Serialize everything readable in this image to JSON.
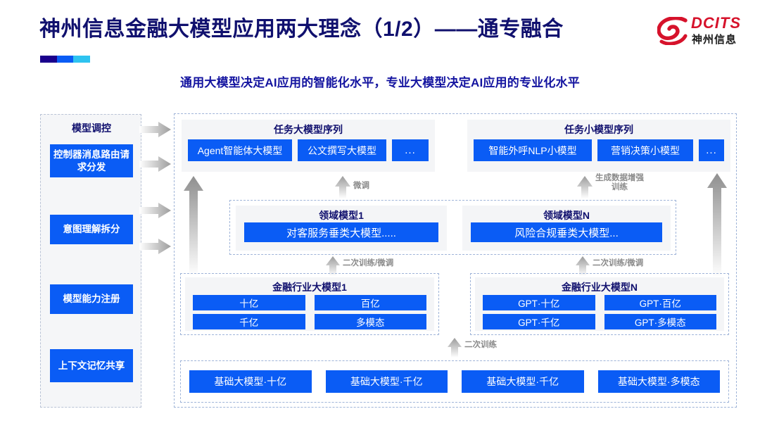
{
  "header": {
    "title": "神州信息金融大模型应用两大理念（1/2）——通专融合",
    "subtitle": "通用大模型决定AI应用的智能化水平，专业大模型决定AI应用的专业化水平",
    "brand_name": "DCITS",
    "brand_sub": "神州信息",
    "accent_colors": [
      "#1a008c",
      "#0a5cf5",
      "#2ec3f0"
    ],
    "title_color": "#10106e",
    "brand_color": "#d6122b"
  },
  "sidebar": {
    "title": "模型调控",
    "items": [
      {
        "label": "控制器消息路由请求分发"
      },
      {
        "label": "意图理解拆分"
      },
      {
        "label": "模型能力注册"
      },
      {
        "label": "上下文记忆共享"
      }
    ]
  },
  "task_layer": {
    "left": {
      "title": "任务大模型序列",
      "chips": [
        "Agent智能体大模型",
        "公文撰写大模型",
        "..."
      ]
    },
    "right": {
      "title": "任务小模型序列",
      "chips": [
        "智能外呼NLP小模型",
        "营销决策小模型",
        "..."
      ]
    }
  },
  "domain_layer": {
    "left": {
      "title": "领域模型1",
      "chip": "对客服务垂类大模型....."
    },
    "right": {
      "title": "领域模型N",
      "chip": "风险合规垂类大模型..."
    }
  },
  "industry_layer": {
    "left": {
      "title": "金融行业大模型1",
      "chips": [
        "十亿",
        "百亿",
        "千亿",
        "多模态"
      ]
    },
    "right": {
      "title": "金融行业大模型N",
      "chips": [
        "GPT·十亿",
        "GPT·百亿",
        "GPT·千亿",
        "GPT·多模态"
      ]
    }
  },
  "base_layer": {
    "chips": [
      "基础大模型·十亿",
      "基础大模型·千亿",
      "基础大模型·千亿",
      "基础大模型·多模态"
    ]
  },
  "arrow_labels": {
    "fine_tune": "微调",
    "data_aug": "生成数据增强\n训练",
    "retrain_tune_left": "二次训练/微调",
    "retrain_tune_right": "二次训练/微调",
    "retrain": "二次训练"
  },
  "colors": {
    "chip_blue": "#0a5cf5",
    "panel_grey": "#f4f5f7",
    "dash_border": "#9fb4d8",
    "arrow_grey": "#a6a6a6"
  }
}
